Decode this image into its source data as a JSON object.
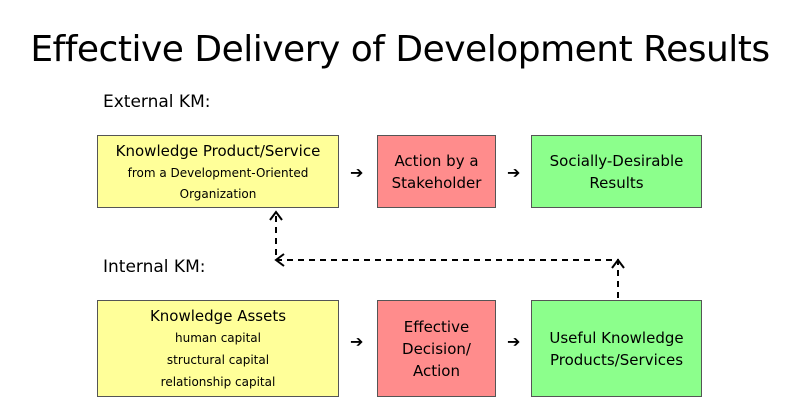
{
  "title": "Effective Delivery of Development Results",
  "external": {
    "label": "External KM:",
    "box1": {
      "title": "Knowledge Product/Service",
      "sub": [
        "from a Development-Oriented",
        "Organization"
      ],
      "color": "#ffff99"
    },
    "box2": {
      "lines": [
        "Action by a",
        "Stakeholder"
      ],
      "color": "#ff8c8c"
    },
    "box3": {
      "lines": [
        "Socially-Desirable",
        "Results"
      ],
      "color": "#8cff8c"
    }
  },
  "internal": {
    "label": "Internal KM:",
    "box1": {
      "title": "Knowledge Assets",
      "sub": [
        "human capital",
        "structural capital",
        "relationship capital"
      ],
      "color": "#ffff99"
    },
    "box2": {
      "lines": [
        "Effective",
        "Decision/",
        "Action"
      ],
      "color": "#ff8c8c"
    },
    "box3": {
      "lines": [
        "Useful Knowledge",
        "Products/Services"
      ],
      "color": "#8cff8c"
    }
  },
  "arrow_glyph": "➔",
  "icons": {
    "flow_arrow": "right-arrow-icon",
    "feedback_connector": "dashed-arrow-icon"
  }
}
